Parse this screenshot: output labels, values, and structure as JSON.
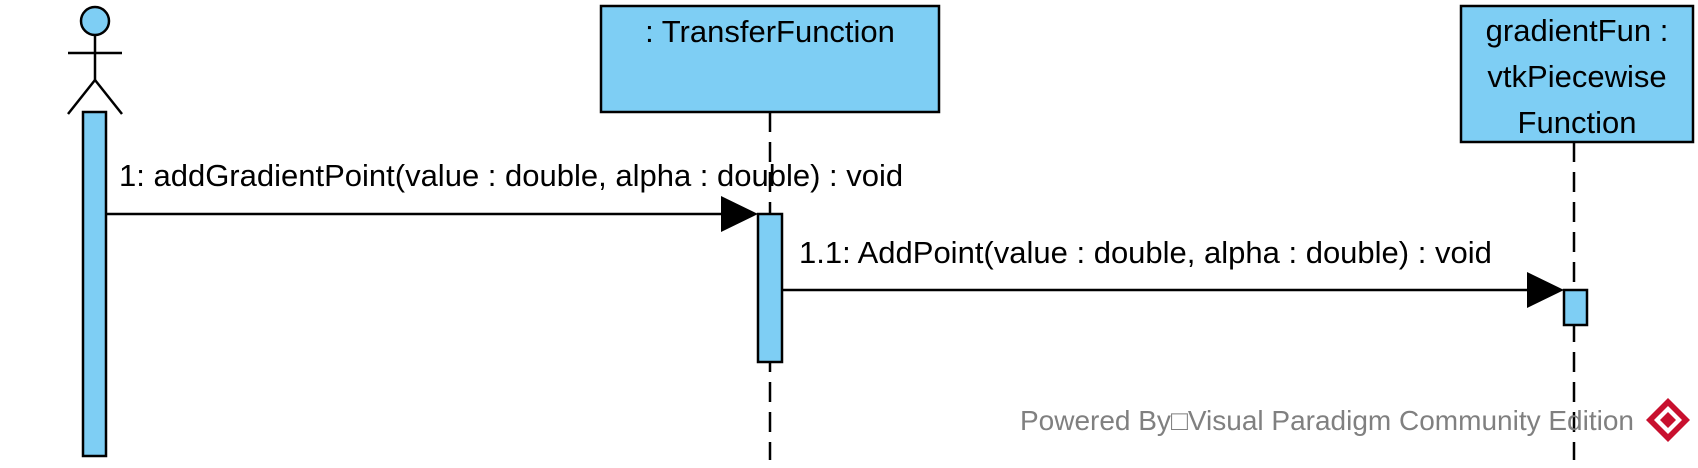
{
  "diagram": {
    "lifelines": [
      {
        "role": "actor",
        "name": ""
      },
      {
        "role": "object",
        "lines": [
          ": TransferFunction"
        ]
      },
      {
        "role": "object",
        "lines": [
          "gradientFun :",
          "vtkPiecewise",
          "Function"
        ]
      }
    ],
    "messages": [
      {
        "label": "1: addGradientPoint(value : double, alpha : double) : void"
      },
      {
        "label": "1.1: AddPoint(value : double, alpha : double) : void"
      }
    ],
    "watermark": {
      "text_before": "Powered By",
      "missing_glyph": "□",
      "text_after": "Visual Paradigm Community Edition",
      "icon": "visual-paradigm-logo-icon"
    }
  },
  "colors": {
    "fill": "#7ecef4",
    "stroke": "#000000",
    "watermark_text": "#808080",
    "logo": "#c8102e"
  }
}
